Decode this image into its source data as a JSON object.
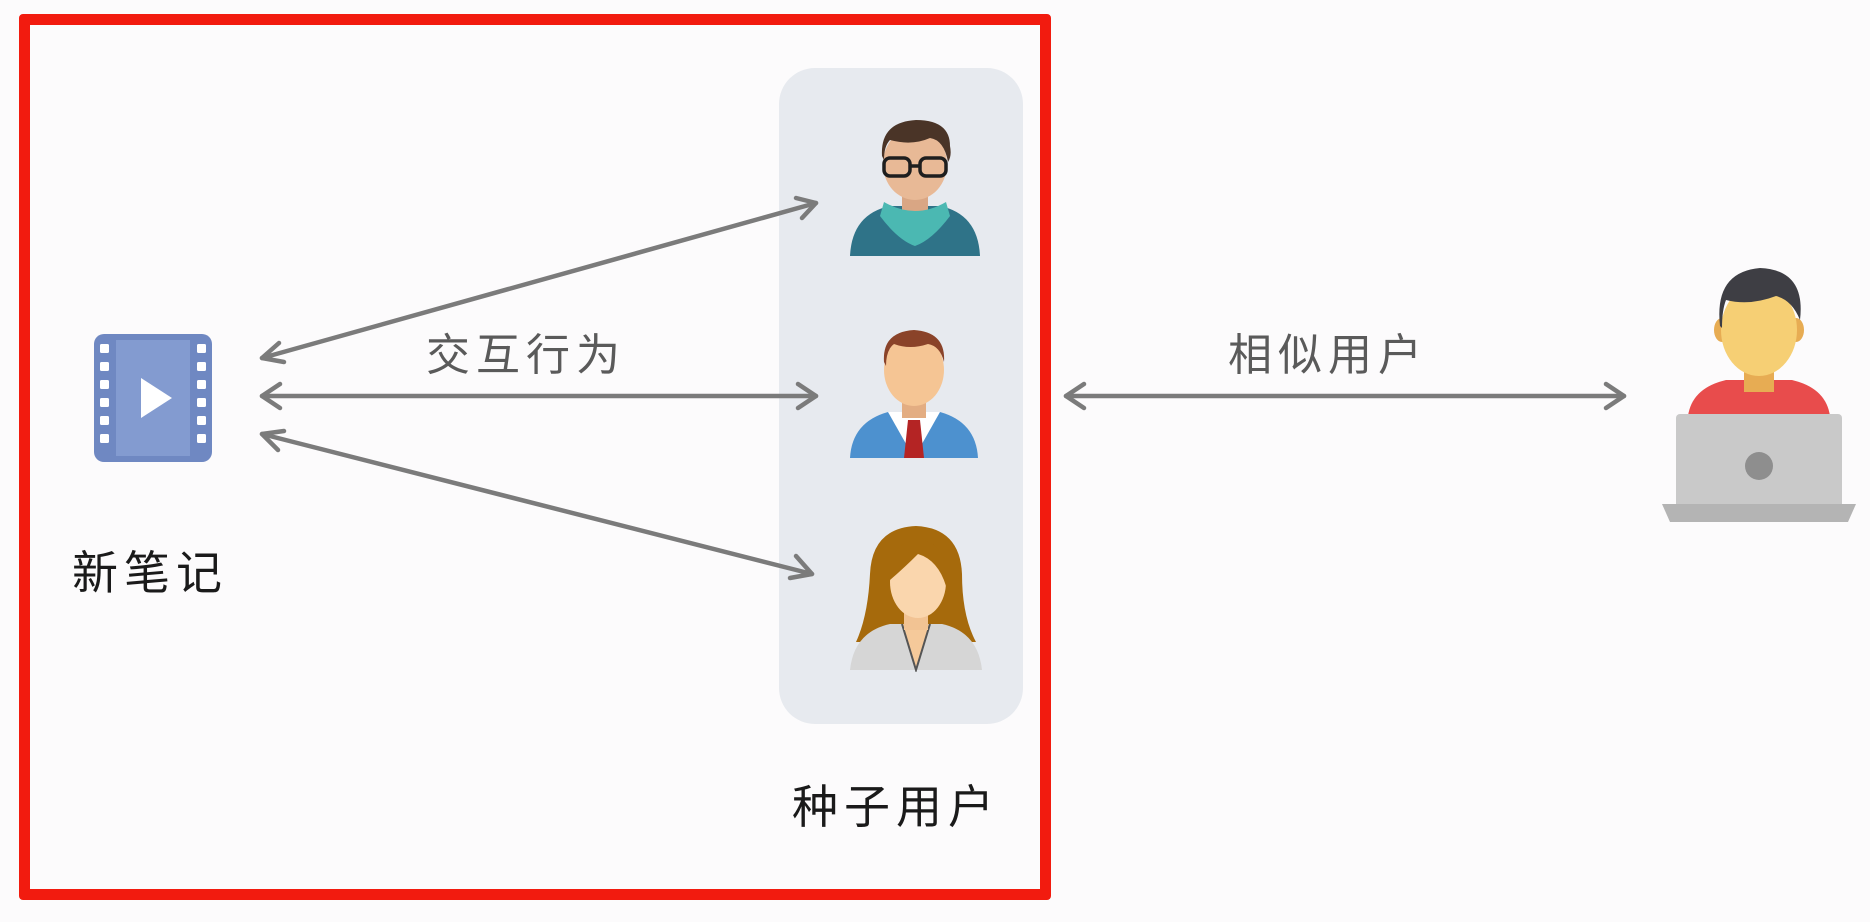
{
  "labels": {
    "new_note": "新笔记",
    "interaction": "交互行为",
    "similar_users": "相似用户",
    "seed_users": "种子用户"
  },
  "colors": {
    "frame": "#f21b0f",
    "panel": "#e7eaef",
    "arrow": "#7b7b7b",
    "film": "#6f88c2"
  },
  "icons": {
    "note": "video-film-icon",
    "seed_user_1": "man-glasses-scarf-icon",
    "seed_user_2": "man-tie-icon",
    "seed_user_3": "woman-icon",
    "target_user": "user-laptop-icon"
  }
}
